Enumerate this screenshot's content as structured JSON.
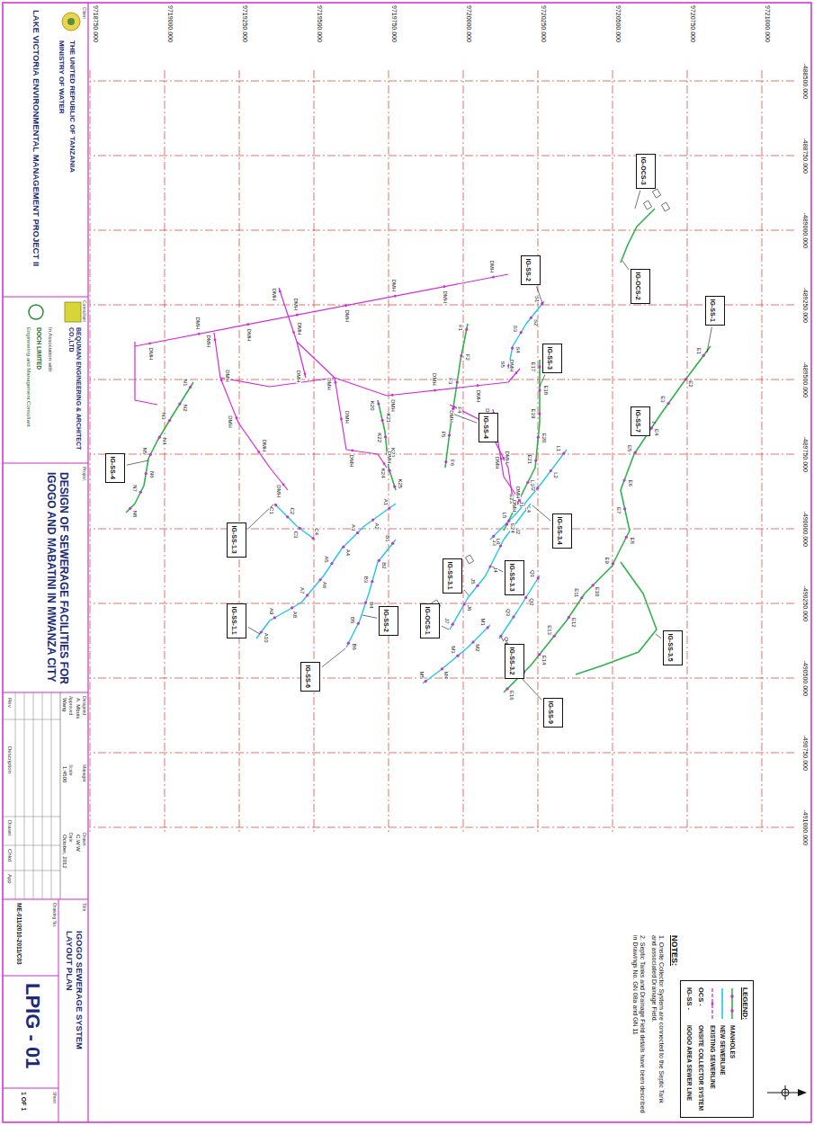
{
  "diagram": {
    "title": "IGOGO SEWERAGE SYSTEM LAYOUT PLAN",
    "nodes": [
      {
        "text": [
          "THE UNITED REPUBLIC OF TANZANIA",
          "MINISTRY OF WATER",
          "LAKE VICTORIA ENVIRONMENTAL MANAGEMENT PROJECT II"
        ]
      },
      {
        "text": [
          "BEQUMAN ENGINEERING & ARCHITECT CO.,LTD",
          "In Association with",
          "DOCH LIMITED",
          "Engineering and Management Consultant"
        ]
      },
      {
        "text": [
          "Project",
          "DESIGN OF SEWERAGE FACILITIES FOR IGOGO AND MABATINI IN MWANZA CITY"
        ]
      },
      {
        "text": [
          "Designed",
          "A. Mbois",
          "Manager",
          "Drawn",
          "C.W.W",
          "Approved",
          "Wang",
          "Scale",
          "1:4500",
          "Date",
          "October, 2012"
        ]
      },
      {
        "text": [
          "Drawing No.",
          "ME-011/2010-2011/C03",
          "LPIG - 01",
          "Sheet",
          "1 OF 1"
        ]
      },
      {
        "text": [
          "LEGEND:"
        ]
      },
      {
        "text": [
          "IG-OCS-3"
        ]
      },
      {
        "text": [
          "IG-OCS-2"
        ]
      },
      {
        "text": [
          "IG-SS-1"
        ]
      },
      {
        "text": [
          "IG-SS-2"
        ]
      },
      {
        "text": [
          "IG-SS-3"
        ]
      },
      {
        "text": [
          "IG-SS-7"
        ]
      },
      {
        "text": [
          "IG-SS-4"
        ]
      },
      {
        "text": [
          "IG-SS-4"
        ]
      },
      {
        "text": [
          "IG-SS-3.4"
        ]
      },
      {
        "text": [
          "IG-SS-3.3"
        ]
      },
      {
        "text": [
          "IG-SS-3.1"
        ]
      },
      {
        "text": [
          "IG-OCS-1"
        ]
      },
      {
        "text": [
          "IG-SS-3.2"
        ]
      },
      {
        "text": [
          "IG-SS-3.5"
        ]
      },
      {
        "text": [
          "IG-SS-9"
        ]
      },
      {
        "text": [
          "IG-SS-1.3"
        ]
      },
      {
        "text": [
          "IG-SS-1.1"
        ]
      },
      {
        "text": [
          "IG-SS-6"
        ]
      },
      {
        "text": [
          "IG-SS-2"
        ]
      }
    ],
    "labels": [
      "-488500.000",
      "-488750.000",
      "-489000.000",
      "-489250.000",
      "-489500.000",
      "-489750.000",
      "-490000.000",
      "-490250.000",
      "-490500.000",
      "-490750.000",
      "-491000.000",
      "9718750.000",
      "9719000.000",
      "9719250.000",
      "9719500.000",
      "9719750.000",
      "9720000.000",
      "9720250.000",
      "9720500.000",
      "9720750.000",
      "9721000.000",
      "NOTES:",
      "1. Onsite Collector System are connected to the Septic Tank and associated Drainage Field.",
      "2. Septic Tanks and Drainage Field details have been described in Drawings No. GN 08a and GN 11",
      "OCS -",
      "ONSITE COLLECTOR SYSTEM",
      "IG-SS -",
      "IGOGO AREA SEWER LINE",
      "Rev",
      "Description",
      "Drawn",
      "Chkd",
      "App",
      "Client",
      "Consultant",
      "Title",
      "E1",
      "E2",
      "E3",
      "E4",
      "E5",
      "E6",
      "E7",
      "E8",
      "E9",
      "E10",
      "E11",
      "E12",
      "E13",
      "E14",
      "E15",
      "E16",
      "E17",
      "E18",
      "E19",
      "E20",
      "E21",
      "E22",
      "E23",
      "E24",
      "F1",
      "F2",
      "F3",
      "F4",
      "F5",
      "F6",
      "N1",
      "N2",
      "N3",
      "N4",
      "N5",
      "N6",
      "N7",
      "N8",
      "K20",
      "K21",
      "K22",
      "K23",
      "K24",
      "K25",
      "J1",
      "J2",
      "J3",
      "J4",
      "J5",
      "J6",
      "J7",
      "L1",
      "L2",
      "L3",
      "L4",
      "L5",
      "L6",
      "A1",
      "A2",
      "A3",
      "A4",
      "A5",
      "A6",
      "A7",
      "A8",
      "A9",
      "A10",
      "B1",
      "B2",
      "B3",
      "B4",
      "B5",
      "B6",
      "C1",
      "C2",
      "C3",
      "C4",
      "S1",
      "S2",
      "S3",
      "S4",
      "S5",
      "M1",
      "M2",
      "M3",
      "M4",
      "M5",
      "Q1",
      "Q2",
      "Q3",
      "Q4",
      "DMH",
      "DMH",
      "DMH",
      "DMH",
      "DMH",
      "DMH",
      "DMH",
      "DMH",
      "DMH",
      "DMH",
      "DMH",
      "DMH",
      "DMH",
      "DMH",
      "DMH",
      "DMH",
      "DMH",
      "DMH",
      "DMH",
      "DMH",
      "DMH",
      "DMH",
      "DMH",
      "DMH",
      "DMH",
      "DMH",
      "DMH",
      "DMH",
      "DMH",
      "DMH",
      "DMH"
    ],
    "legend": [
      {
        "text": "MANHOLES"
      },
      {
        "text": "NEW SEWERLINE"
      },
      {
        "text": "EXISTING SEWERLINE"
      }
    ]
  }
}
